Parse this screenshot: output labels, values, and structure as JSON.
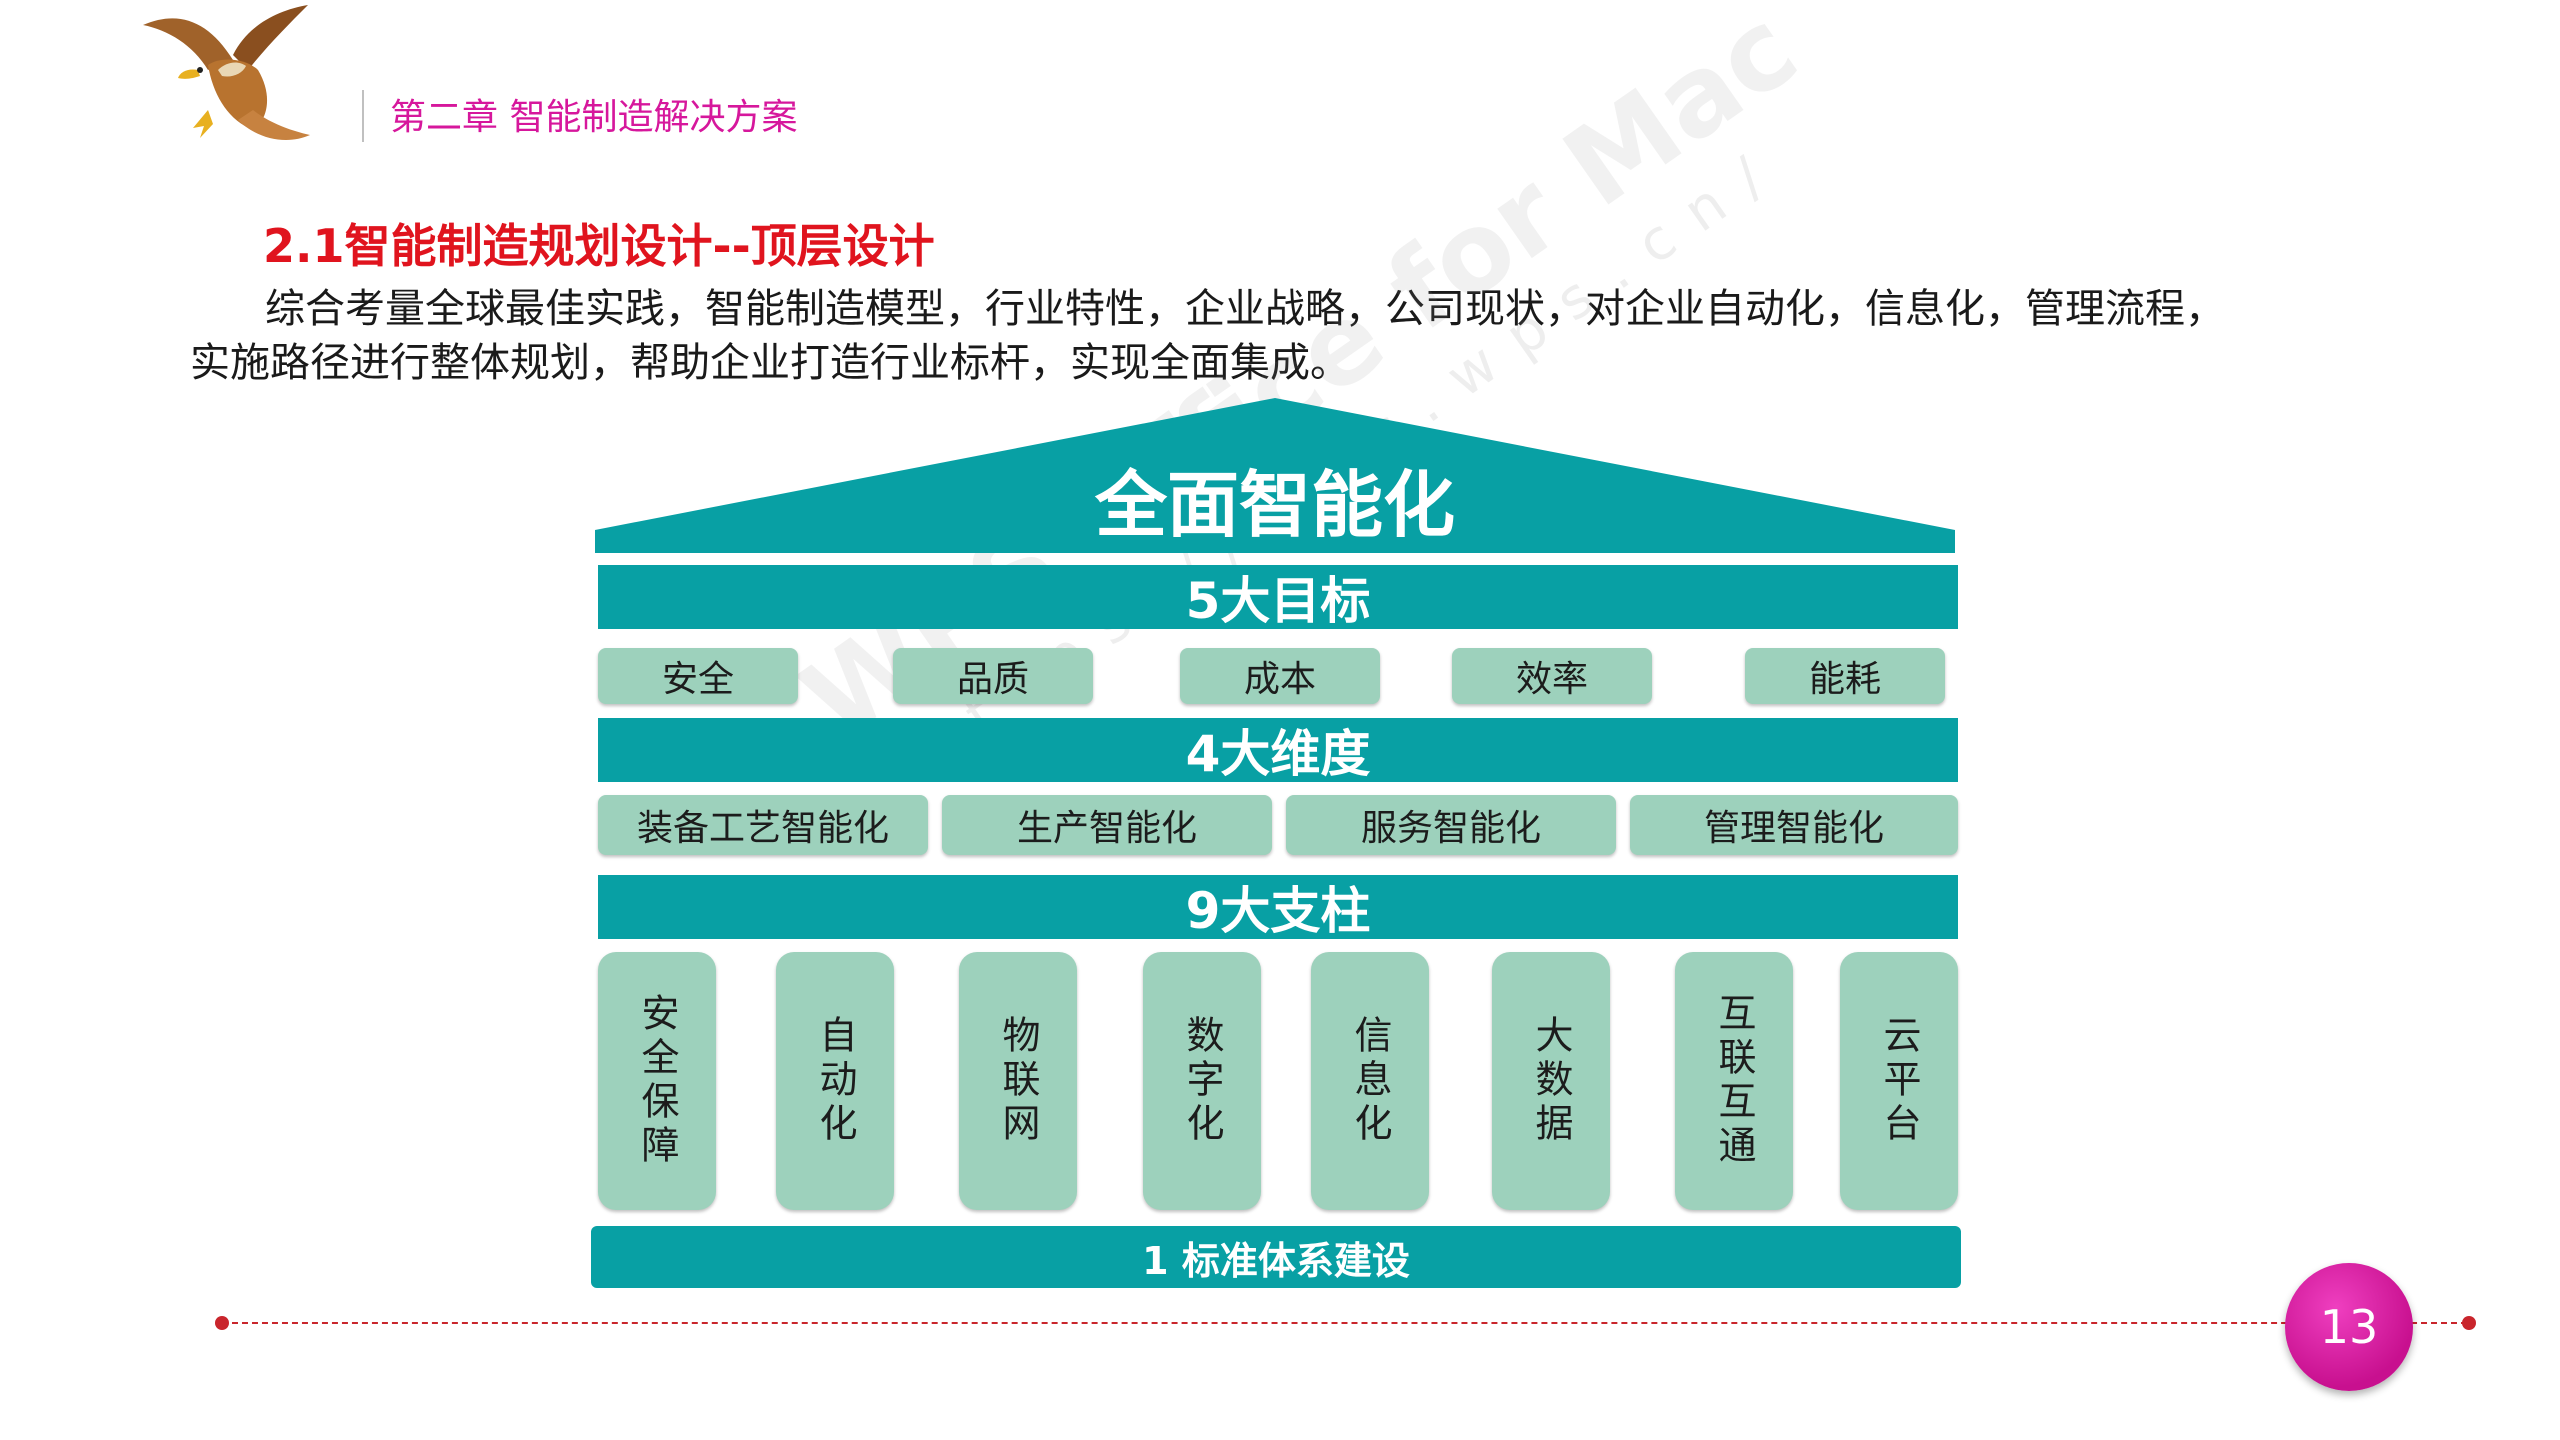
{
  "header": {
    "chapter": "第二章  智能制造解决方案"
  },
  "section": {
    "title": "2.1智能制造规划设计--顶层设计",
    "intro": "综合考量全球最佳实践，智能制造模型，行业特性，企业战略，公司现状，对企业自动化，信息化，管理流程，实施路径进行整体规划，帮助企业打造行业标杆，实现全面集成。"
  },
  "diagram": {
    "roof": "全面智能化",
    "goals_band": "5大目标",
    "goals": [
      "安全",
      "品质",
      "成本",
      "效率",
      "能耗"
    ],
    "dimensions_band": "4大维度",
    "dimensions": [
      "装备工艺智能化",
      "生产智能化",
      "服务智能化",
      "管理智能化"
    ],
    "pillars_band": "9大支柱",
    "pillars": [
      "安全保障",
      "自动化",
      "物联网",
      "数字化",
      "信息化",
      "大数据",
      "互联互通",
      "云平台"
    ],
    "foundation": "1 标准体系建设"
  },
  "watermark": {
    "main": "WPS Office for Mac",
    "url": "https://mac.wps.cn/"
  },
  "footer": {
    "page_number": "13"
  },
  "colors": {
    "teal": "#08a0a4",
    "light_green": "#9dd1bc",
    "chapter_magenta": "#d6179c",
    "title_red": "#e0141e",
    "footer_red": "#c9252c"
  },
  "icons": {
    "logo": "eagle-logo-icon"
  }
}
